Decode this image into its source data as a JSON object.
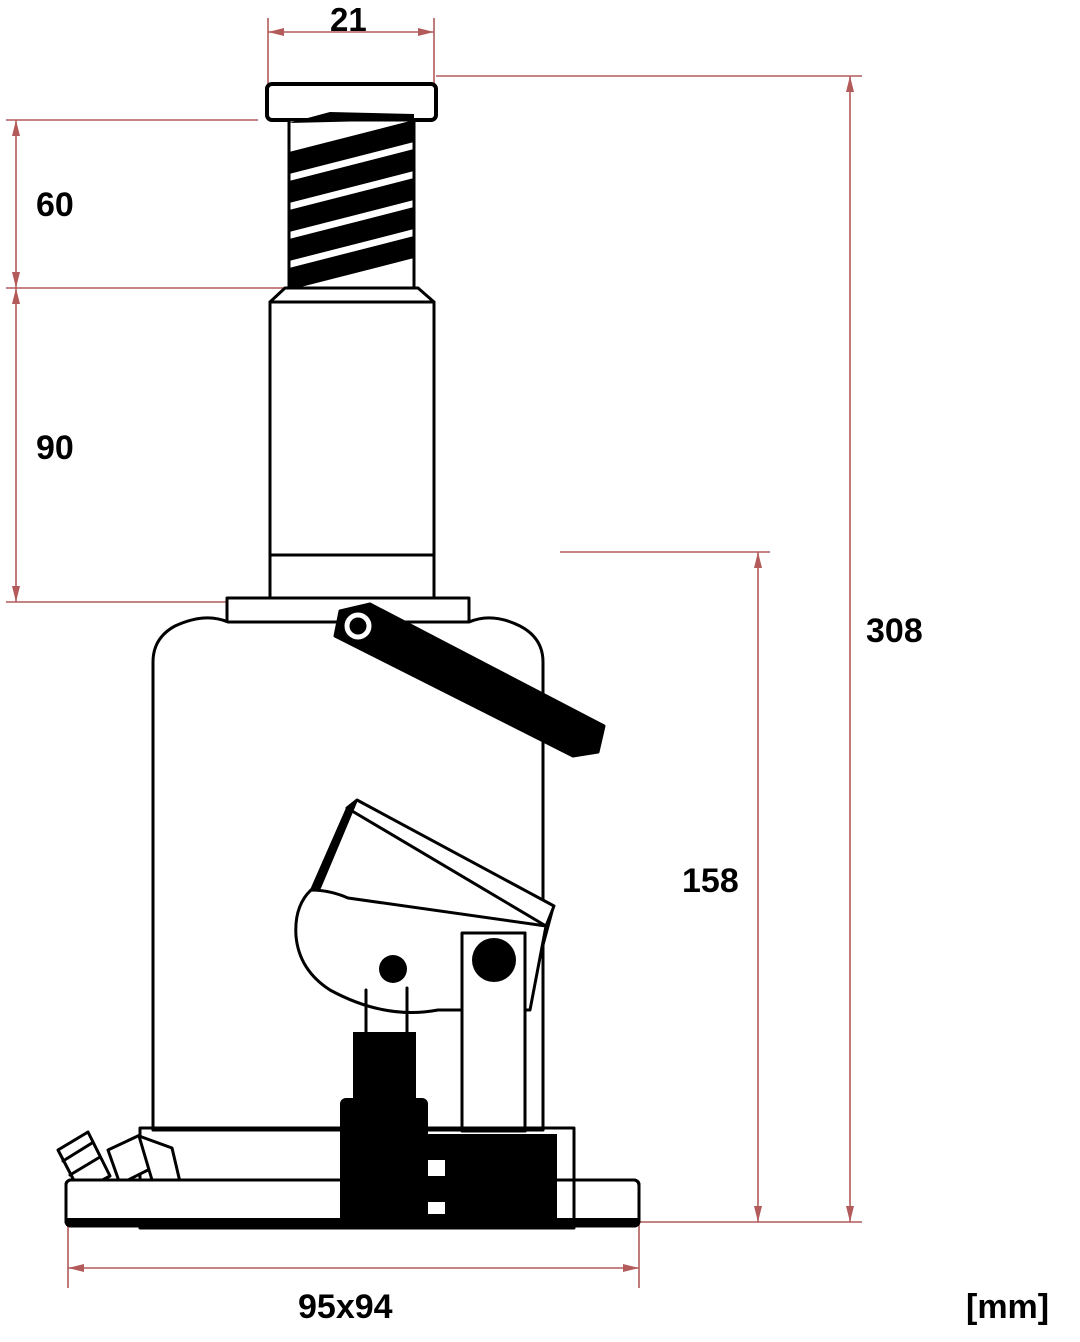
{
  "drawing": {
    "title": "Hydraulic bottle jack dimensioned side view",
    "unit_label": "[mm]",
    "line_color": "#000000",
    "dimension_color": "#b35a5a",
    "background_color": "#ffffff"
  },
  "dimensions": {
    "top_cap_width": "21",
    "screw_extension": "60",
    "ram_height": "90",
    "total_height": "308",
    "collapsed_height": "158",
    "base_footprint": "95x94"
  },
  "parts": {
    "top_cap": "top-cap",
    "threaded_screw": "threaded-extension-screw",
    "ram_cylinder": "ram-cylinder",
    "body_collar": "body-collar",
    "body": "jack-body",
    "lever_handle": "lever-handle",
    "lever_pivot": "lever-pivot",
    "pump_arm": "pump-arm",
    "pump_pivot_small": "pump-pivot-small",
    "pump_pivot_large": "pump-pivot-large",
    "pump_cylinder": "pump-cylinder",
    "support_column": "support-column",
    "base_plate": "base-plate",
    "release_valve": "release-valve-screw"
  }
}
